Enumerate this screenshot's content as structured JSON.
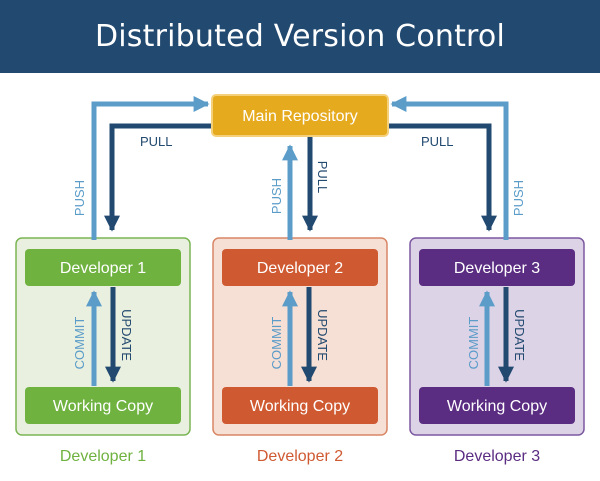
{
  "title": "Distributed Version Control",
  "main_repository": "Main Repository",
  "arrow_labels": {
    "push": "PUSH",
    "pull": "PULL",
    "commit": "COMMIT",
    "update": "UPDATE"
  },
  "developers": [
    {
      "name": "Developer 1",
      "working_copy": "Working Copy",
      "caption": "Developer 1",
      "color": "#6fb240"
    },
    {
      "name": "Developer 2",
      "working_copy": "Working Copy",
      "caption": "Developer 2",
      "color": "#cf5a32"
    },
    {
      "name": "Developer 3",
      "working_copy": "Working Copy",
      "caption": "Developer 3",
      "color": "#5b2d82"
    }
  ],
  "colors": {
    "header": "#22496f",
    "main_repository": "#e6aa1f",
    "push_commit_arrow": "#5b9cc9",
    "pull_update_arrow": "#22496f"
  },
  "icons": [
    "arrow-up-icon",
    "arrow-down-icon",
    "arrow-left-icon",
    "arrow-right-icon"
  ]
}
